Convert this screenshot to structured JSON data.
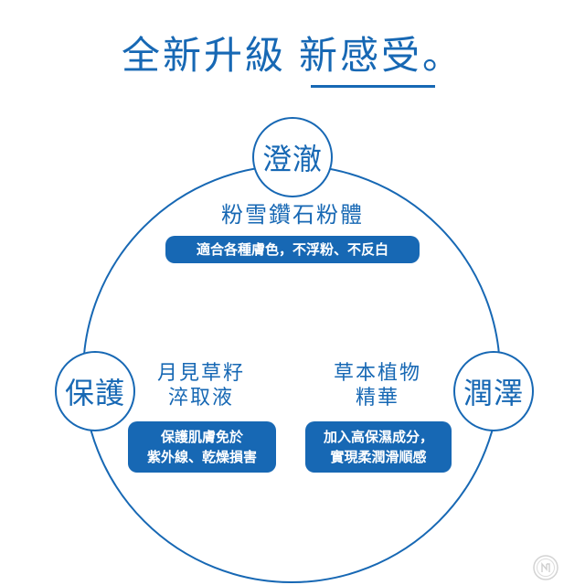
{
  "headline": {
    "part1": "全新升級",
    "part2": "新感受。"
  },
  "nodes": {
    "top": "澄澈",
    "left": "保護",
    "right": "潤澤"
  },
  "sections": {
    "top": {
      "title": "粉雪鑽石粉體",
      "pill": "適合各種膚色，不浮粉、不反白"
    },
    "left": {
      "title_lines": [
        "月見草籽",
        "淬取液"
      ],
      "pill_lines": [
        "保護肌膚免於",
        "紫外線、乾燥損害"
      ]
    },
    "right": {
      "title_lines": [
        "草本植物",
        "精華"
      ],
      "pill_lines": [
        "加入高保濕成分，",
        "實現柔潤滑順感"
      ]
    }
  },
  "colors": {
    "brand_blue": "#1768b4",
    "background": "#ffffff"
  }
}
